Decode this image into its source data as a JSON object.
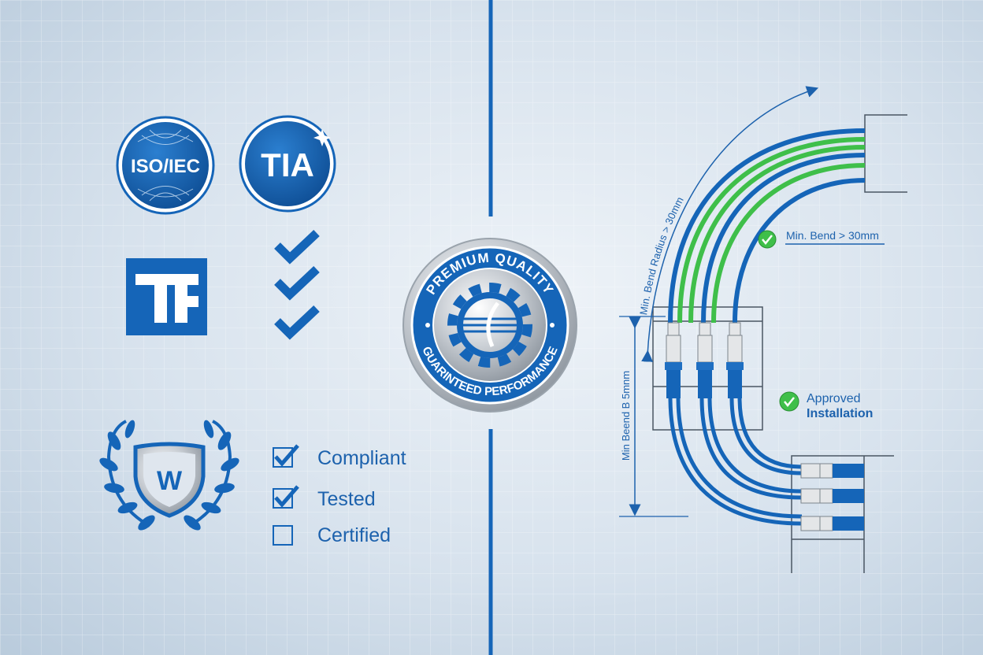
{
  "colors": {
    "accent": "#1565b8",
    "green": "#3fbf4a",
    "grid": "#ffffff"
  },
  "left": {
    "iso_badge": "ISO/IEC",
    "tia_badge": "TIA",
    "tf_logo": "TF",
    "shield_letter": "W",
    "checklist": [
      {
        "label": "Compliant",
        "checked": true
      },
      {
        "label": "Tested",
        "checked": true
      },
      {
        "label": "Certified",
        "checked": false
      }
    ]
  },
  "seal": {
    "top_text": "PREMIUM QUALITY",
    "bottom_text": "GUARINTEED PERFORMANCE"
  },
  "diagram": {
    "arc_label": "Min. Bend Radius > 30mm",
    "bend_note": "Min. Bend > 30mm",
    "vertical_label": "Min Beend B 5mnm",
    "approved_line1": "Approved",
    "approved_line2": "Installation"
  }
}
